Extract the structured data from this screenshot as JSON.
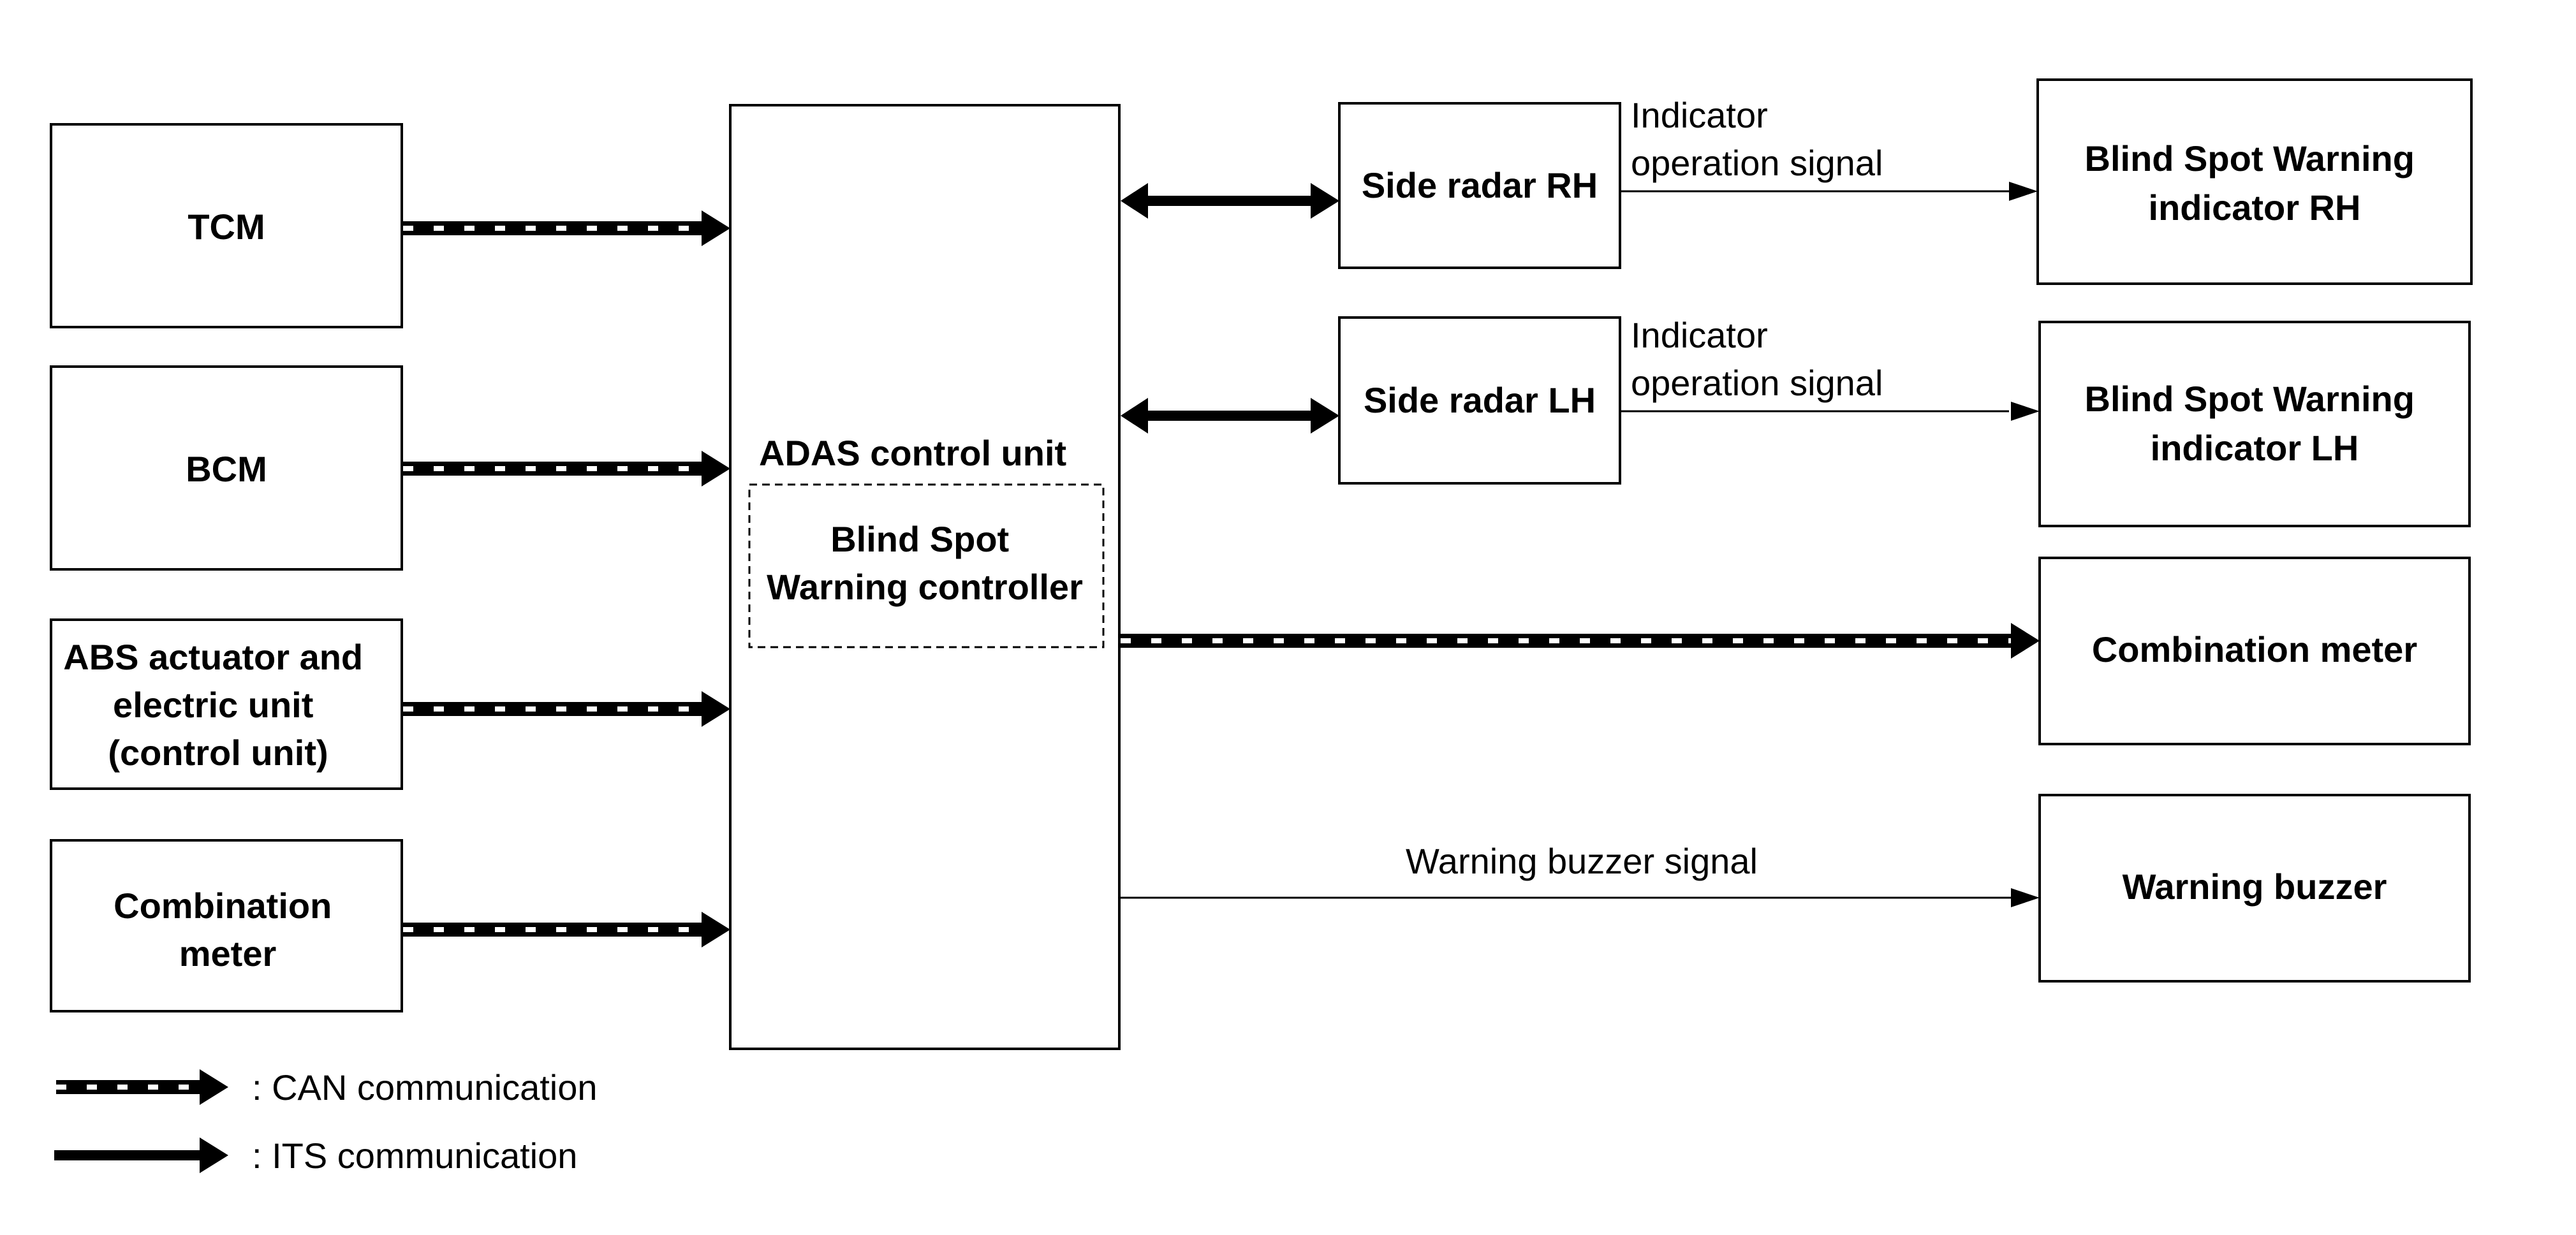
{
  "blocks": {
    "tcm": {
      "lines": [
        "TCM"
      ]
    },
    "bcm": {
      "lines": [
        "BCM"
      ]
    },
    "abs": {
      "lines": [
        "ABS actuator and",
        "electric unit",
        "(control unit)"
      ]
    },
    "combo_left": {
      "lines": [
        "Combination",
        "meter"
      ]
    },
    "adas": {
      "lines": [
        "ADAS control unit"
      ]
    },
    "bsw_controller": {
      "lines": [
        "Blind Spot",
        "Warning controller"
      ]
    },
    "radar_rh": {
      "lines": [
        "Side radar RH"
      ]
    },
    "radar_lh": {
      "lines": [
        "Side radar LH"
      ]
    },
    "bsw_ind_rh": {
      "lines": [
        "Blind Spot Warning",
        "indicator RH"
      ]
    },
    "bsw_ind_lh": {
      "lines": [
        "Blind Spot Warning",
        "indicator LH"
      ]
    },
    "combo_right": {
      "lines": [
        "Combination meter"
      ]
    },
    "buzzer": {
      "lines": [
        "Warning buzzer"
      ]
    }
  },
  "signals": {
    "ind_rh": [
      "Indicator",
      "operation signal"
    ],
    "ind_lh": [
      "Indicator",
      "operation signal"
    ],
    "buzzer": [
      "Warning buzzer signal"
    ]
  },
  "legend": {
    "can": ": CAN communication",
    "its": ": ITS communication"
  },
  "colors": {
    "line": "#000000",
    "background": "#ffffff"
  }
}
